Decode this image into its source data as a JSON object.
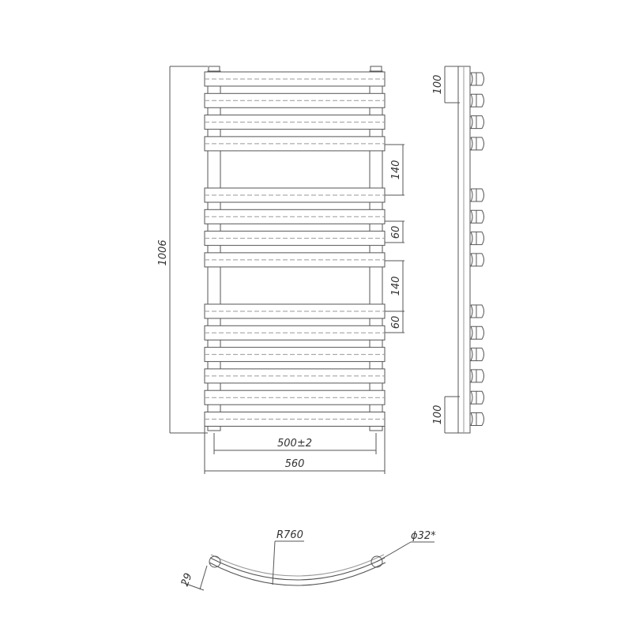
{
  "title": "Towel rail technical drawing",
  "front_view": {
    "bar_groups": [
      4,
      4,
      6
    ],
    "dimensions": {
      "overall_height": "1006",
      "center_distance": "500±2",
      "overall_width": "560",
      "gap_top": "140",
      "pitch_mid": "60",
      "gap_bottom": "140",
      "pitch_bottom": "60"
    }
  },
  "side_view": {
    "dimensions": {
      "top_offset": "100",
      "bottom_offset": "100"
    }
  },
  "top_view": {
    "radius": "R760",
    "pipe_diameter": "ϕ32*",
    "depth": "29"
  },
  "colors": {
    "line": "#555555",
    "background": "#ffffff"
  }
}
